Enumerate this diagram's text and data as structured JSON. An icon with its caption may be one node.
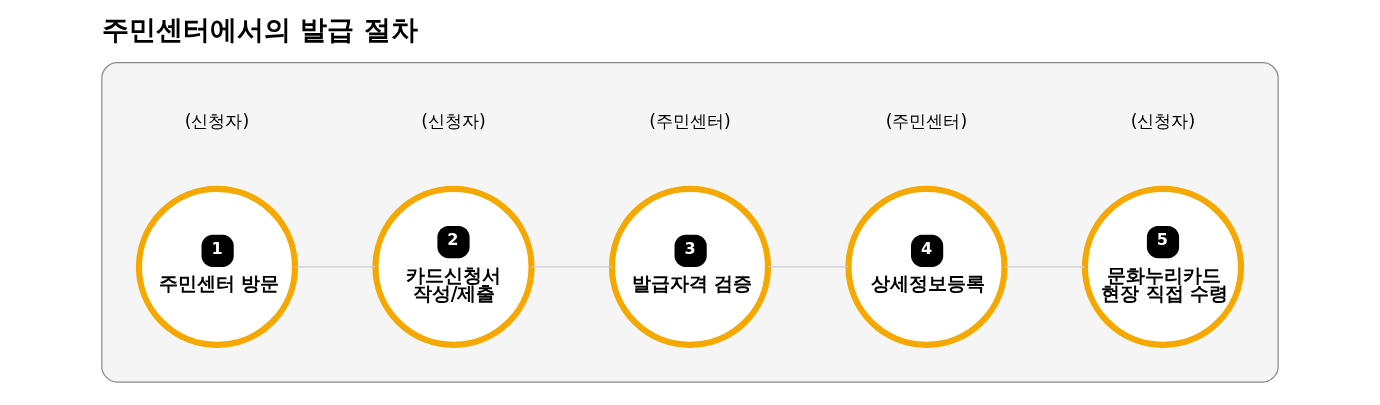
{
  "diagram": {
    "title": "주민센터에서의 발급 절차",
    "nodes": [
      {
        "text": [],
        "shape": "box"
      },
      {
        "text": [
          "1",
          "주민센터 방문"
        ],
        "in": 0,
        "beside": [
          "(신청자)"
        ]
      },
      {
        "text": [
          "2",
          "카드신청서 작성/제출"
        ],
        "in": 0,
        "beside": [
          "(신청자)"
        ]
      },
      {
        "text": [
          "3",
          "발급자격 검증"
        ],
        "in": 0,
        "beside": [
          "(주민센터)"
        ]
      },
      {
        "text": [
          "4",
          "상세정보등록"
        ],
        "in": 0,
        "beside": [
          "(주민센터)"
        ]
      },
      {
        "text": [
          "5",
          "문화누리카드 현장 직접 수령"
        ],
        "in": 0,
        "beside": [
          "(신청자)"
        ]
      }
    ],
    "edges": [
      {
        "from": 1,
        "to": 2,
        "arrow": "none"
      },
      {
        "from": 2,
        "to": 3,
        "arrow": "none"
      },
      {
        "from": 3,
        "to": 4,
        "arrow": "none"
      },
      {
        "from": 4,
        "to": 5,
        "arrow": "none"
      }
    ]
  }
}
